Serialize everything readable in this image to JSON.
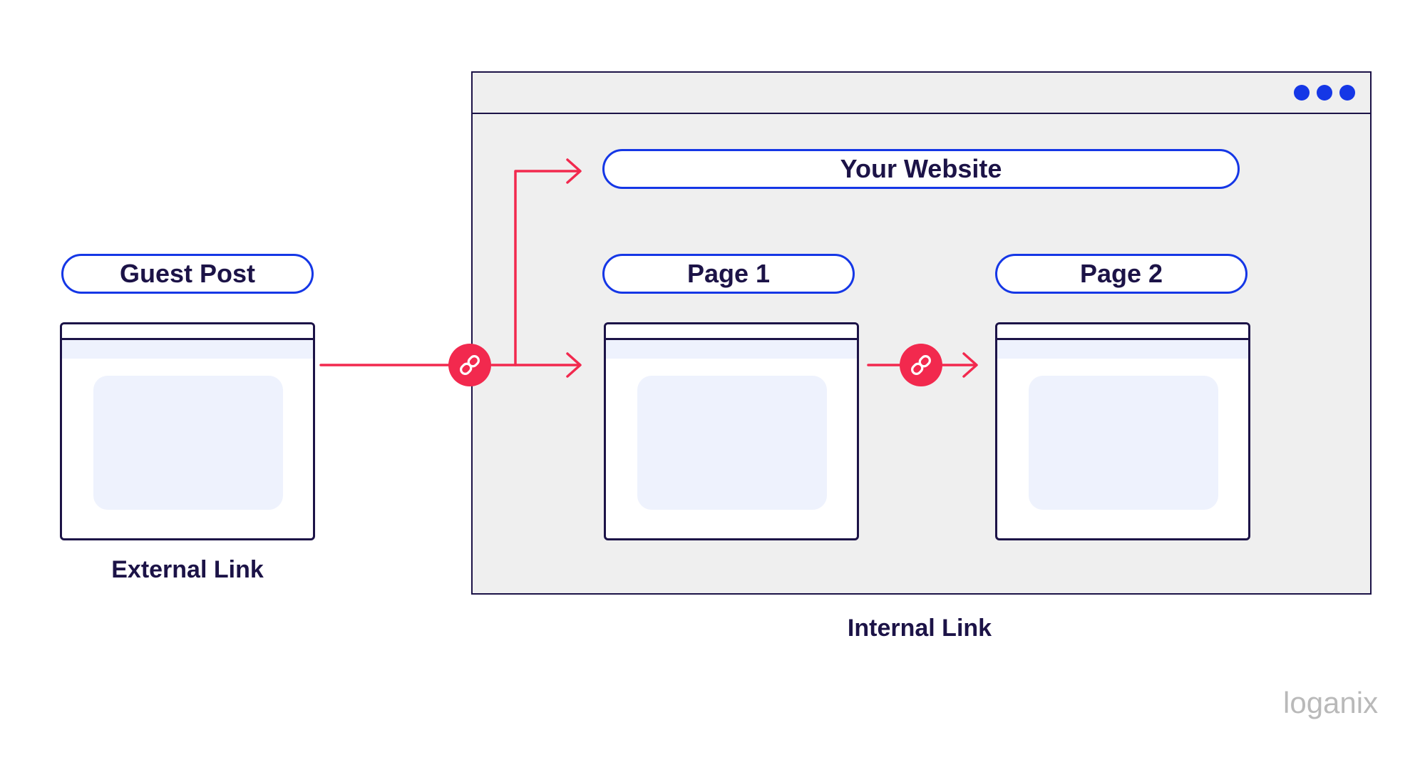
{
  "labels": {
    "guest_post": "Guest Post",
    "your_website": "Your Website",
    "page1": "Page 1",
    "page2": "Page 2",
    "external_link": "External Link",
    "internal_link": "Internal Link"
  },
  "logo": "loganix",
  "colors": {
    "accent_blue": "#1537e6",
    "link_red": "#f2294e",
    "navy": "#1c1347",
    "panel_grey": "#efefef"
  },
  "icons": [
    "link-icon",
    "arrow-icon",
    "window-dots-icon"
  ]
}
